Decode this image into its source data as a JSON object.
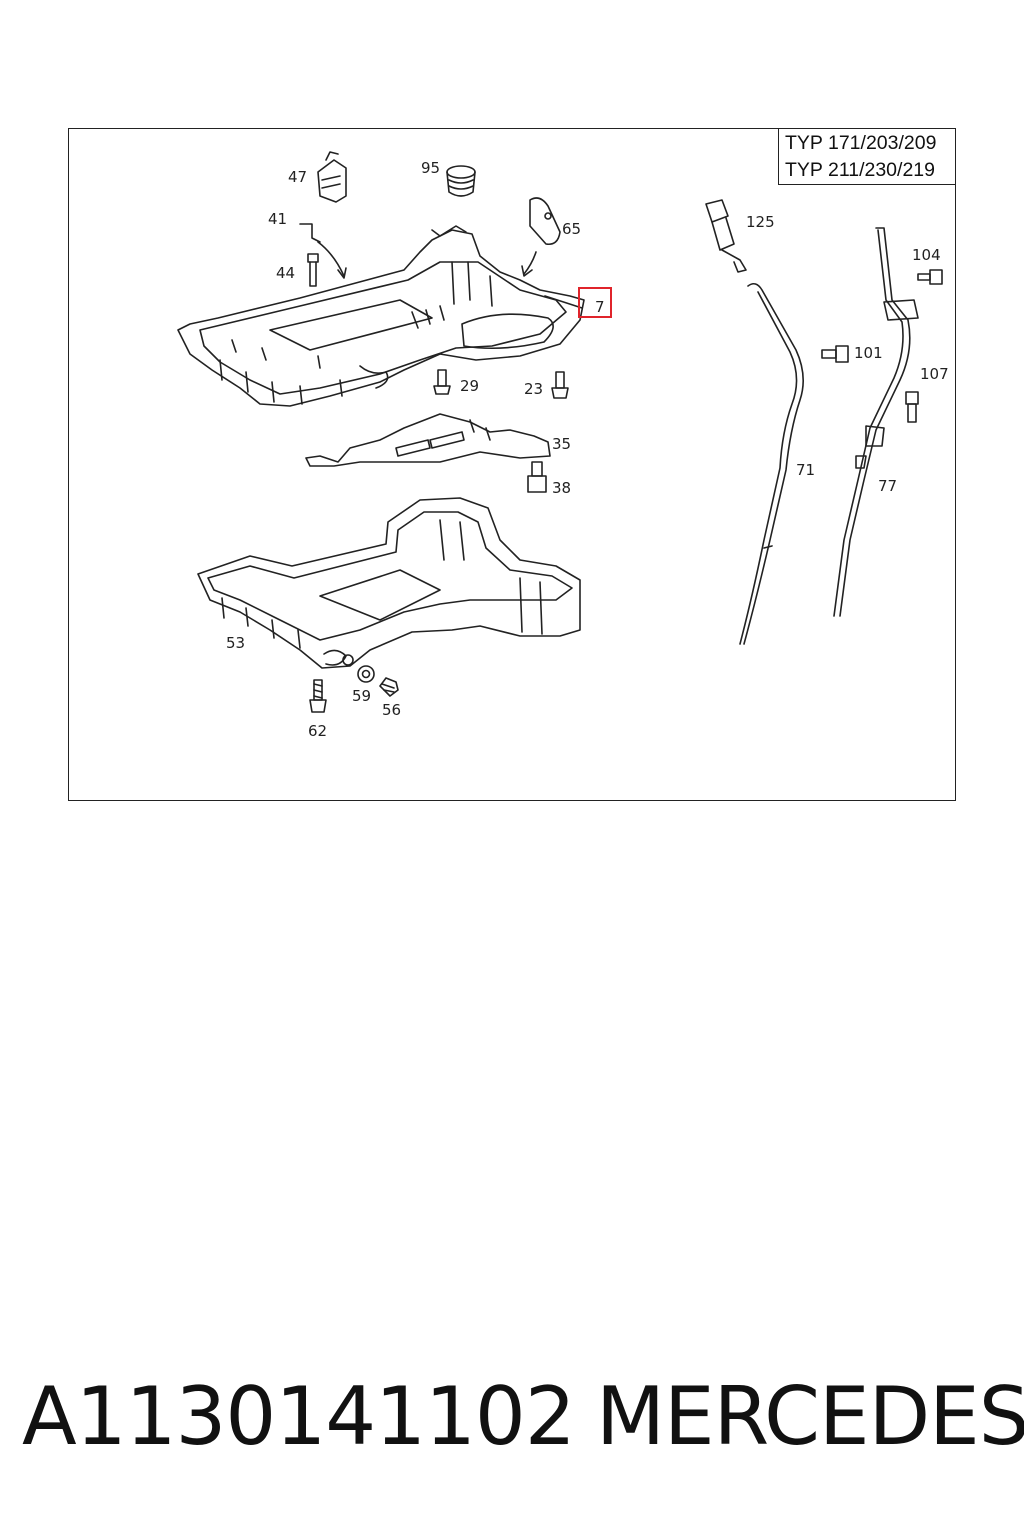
{
  "type_box": {
    "line1": "TYP 171/203/209",
    "line2": "TYP 211/230/219"
  },
  "callouts": {
    "c47": "47",
    "c95": "95",
    "c41": "41",
    "c65": "65",
    "c44": "44",
    "c7": "7",
    "c29": "29",
    "c23": "23",
    "c35": "35",
    "c38": "38",
    "c53": "53",
    "c59": "59",
    "c56": "56",
    "c62": "62",
    "c125": "125",
    "c104": "104",
    "c101": "101",
    "c107": "107",
    "c71": "71",
    "c77": "77"
  },
  "highlight_color": "#e0242b",
  "footer": {
    "part_number": "A1130141102",
    "brand": "MERCEDES"
  }
}
